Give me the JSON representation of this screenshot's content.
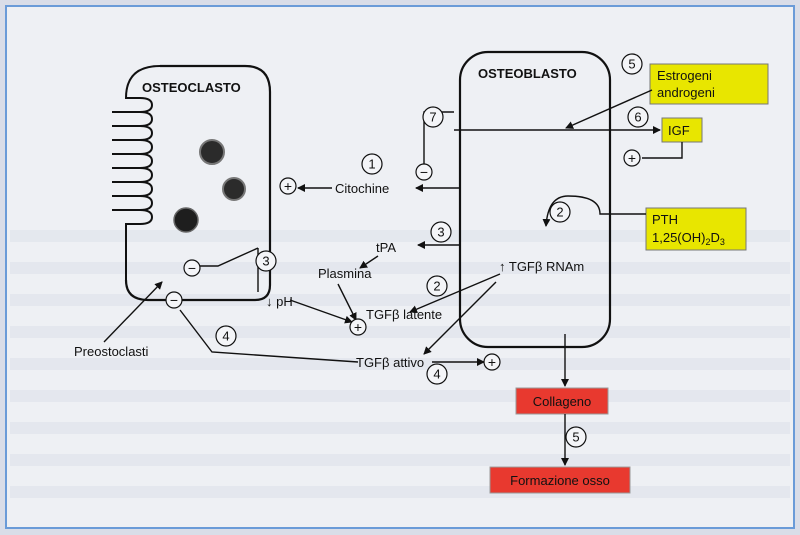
{
  "labels": {
    "osteoclasto": "OSTEOCLASTO",
    "osteoblasto": "OSTEOBLASTO",
    "citochine": "Citochine",
    "tpa": "tPA",
    "plasmina": "Plasmina",
    "ph": "↓ pH",
    "tgfb_latente": "TGFβ latente",
    "tgfb_attivo": "TGFβ attivo",
    "tgfb_rnam": "↑ TGFβ RNAm",
    "preostoclasti": "Preostoclasti"
  },
  "boxes": {
    "estrogeni_1": "Estrogeni",
    "estrogeni_2": "androgeni",
    "igf": "IGF",
    "pth_1": "PTH",
    "pth_2": "1,25(OH)",
    "pth_2_sub": "2",
    "pth_2_end": "D",
    "pth_2_sub2": "3",
    "collageno": "Collageno",
    "formazione": "Formazione osso"
  },
  "markers": {
    "m1": "1",
    "m2a": "2",
    "m2b": "2",
    "m3a": "3",
    "m3b": "3",
    "m4a": "4",
    "m4b": "4",
    "m5a": "5",
    "m5b": "5",
    "m6": "6",
    "m7": "7"
  },
  "signs": {
    "plus": "+",
    "minus": "−"
  },
  "colors": {
    "yellow_box": "#e8e600",
    "red_box": "#e8392f",
    "frame": "#6a9bd8"
  }
}
